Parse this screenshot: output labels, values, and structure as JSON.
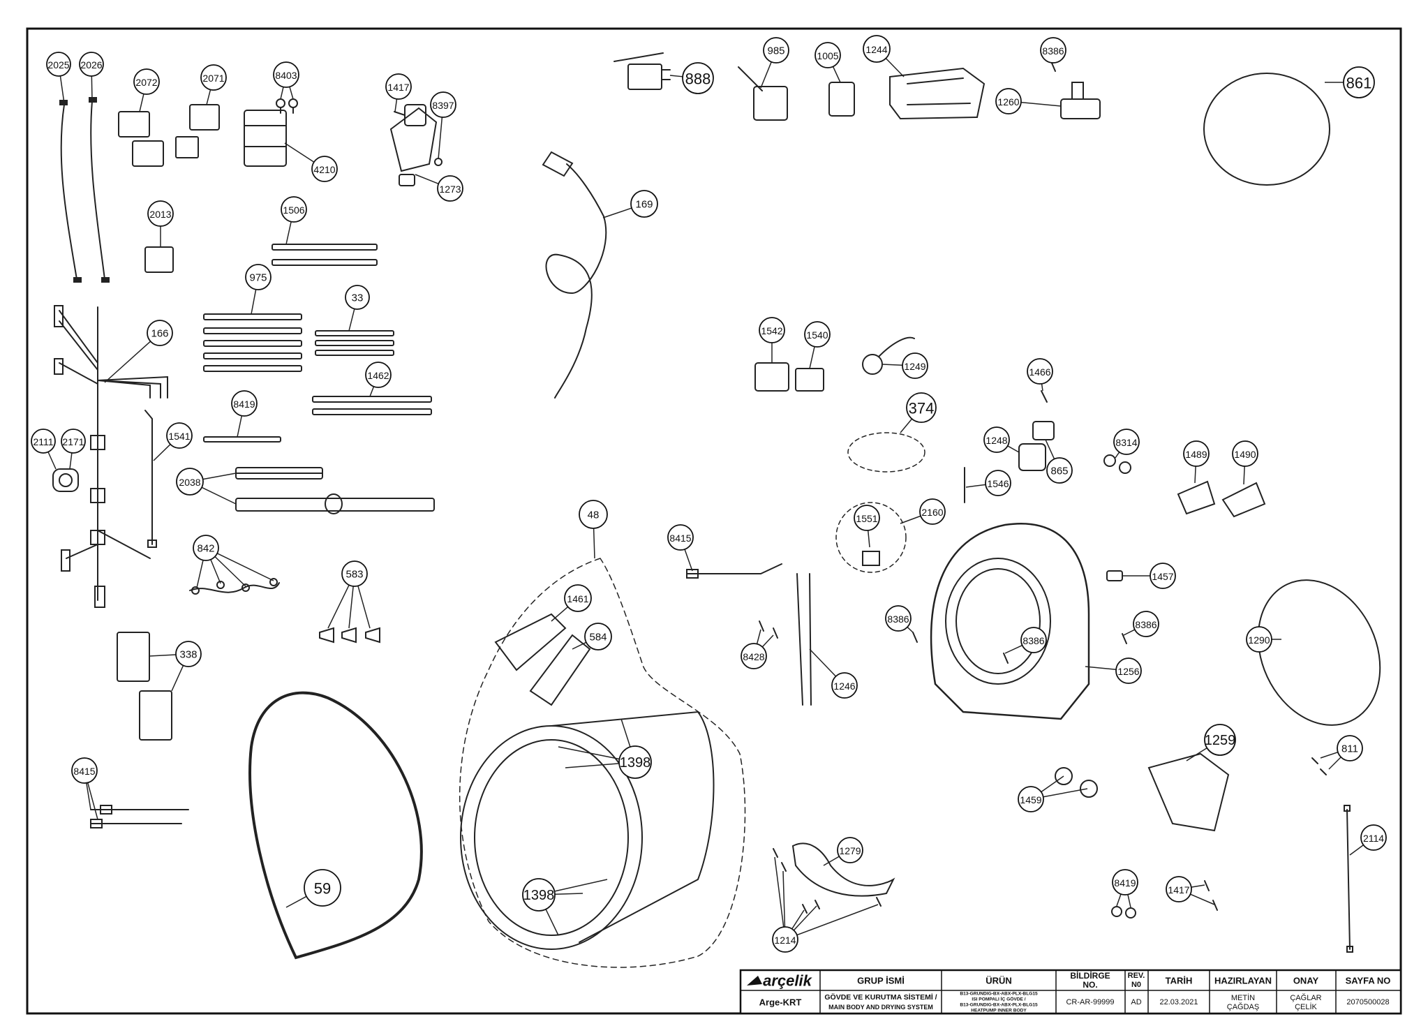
{
  "callouts": [
    {
      "id": "2025",
      "label": "2025"
    },
    {
      "id": "2026",
      "label": "2026"
    },
    {
      "id": "2072",
      "label": "2072"
    },
    {
      "id": "2071",
      "label": "2071"
    },
    {
      "id": "8403",
      "label": "8403"
    },
    {
      "id": "4210",
      "label": "4210"
    },
    {
      "id": "1417a",
      "label": "1417"
    },
    {
      "id": "8397",
      "label": "8397"
    },
    {
      "id": "1273",
      "label": "1273"
    },
    {
      "id": "888",
      "label": "888"
    },
    {
      "id": "985",
      "label": "985"
    },
    {
      "id": "1005",
      "label": "1005"
    },
    {
      "id": "1244",
      "label": "1244"
    },
    {
      "id": "8386a",
      "label": "8386"
    },
    {
      "id": "1260",
      "label": "1260"
    },
    {
      "id": "861",
      "label": "861"
    },
    {
      "id": "2013",
      "label": "2013"
    },
    {
      "id": "1506",
      "label": "1506"
    },
    {
      "id": "975",
      "label": "975"
    },
    {
      "id": "33",
      "label": "33"
    },
    {
      "id": "169",
      "label": "169"
    },
    {
      "id": "166",
      "label": "166"
    },
    {
      "id": "1462",
      "label": "1462"
    },
    {
      "id": "8419a",
      "label": "8419"
    },
    {
      "id": "1541",
      "label": "1541"
    },
    {
      "id": "2111",
      "label": "2111"
    },
    {
      "id": "2171",
      "label": "2171"
    },
    {
      "id": "2038",
      "label": "2038"
    },
    {
      "id": "842",
      "label": "842"
    },
    {
      "id": "583",
      "label": "583"
    },
    {
      "id": "338",
      "label": "338"
    },
    {
      "id": "8415a",
      "label": "8415"
    },
    {
      "id": "59",
      "label": "59"
    },
    {
      "id": "48",
      "label": "48"
    },
    {
      "id": "1461",
      "label": "1461"
    },
    {
      "id": "584",
      "label": "584"
    },
    {
      "id": "1398a",
      "label": "1398"
    },
    {
      "id": "1398b",
      "label": "1398"
    },
    {
      "id": "8415b",
      "label": "8415"
    },
    {
      "id": "8428",
      "label": "8428"
    },
    {
      "id": "1246",
      "label": "1246"
    },
    {
      "id": "1542",
      "label": "1542"
    },
    {
      "id": "1540",
      "label": "1540"
    },
    {
      "id": "1249",
      "label": "1249"
    },
    {
      "id": "374",
      "label": "374"
    },
    {
      "id": "1466",
      "label": "1466"
    },
    {
      "id": "1248",
      "label": "1248"
    },
    {
      "id": "865",
      "label": "865"
    },
    {
      "id": "8314",
      "label": "8314"
    },
    {
      "id": "1489",
      "label": "1489"
    },
    {
      "id": "1490",
      "label": "1490"
    },
    {
      "id": "1546",
      "label": "1546"
    },
    {
      "id": "1551",
      "label": "1551"
    },
    {
      "id": "2160",
      "label": "2160"
    },
    {
      "id": "1457",
      "label": "1457"
    },
    {
      "id": "8386b",
      "label": "8386"
    },
    {
      "id": "8386c",
      "label": "8386"
    },
    {
      "id": "8386d",
      "label": "8386"
    },
    {
      "id": "1256",
      "label": "1256"
    },
    {
      "id": "1290",
      "label": "1290"
    },
    {
      "id": "1259",
      "label": "1259"
    },
    {
      "id": "811",
      "label": "811"
    },
    {
      "id": "1459",
      "label": "1459"
    },
    {
      "id": "1279",
      "label": "1279"
    },
    {
      "id": "1214",
      "label": "1214"
    },
    {
      "id": "8419b",
      "label": "8419"
    },
    {
      "id": "1417b",
      "label": "1417"
    },
    {
      "id": "2114",
      "label": "2114"
    }
  ],
  "title_block": {
    "logo": "arçelik",
    "dept": "Arge-KRT",
    "h_group": "GRUP İSMİ",
    "group_1": "GÖVDE VE KURUTMA SİSTEMİ /",
    "group_2": "MAIN BODY AND DRYING SYSTEM",
    "h_product": "ÜRÜN",
    "product_1": "B13-GRUNDIG-BX-ABX-PLX-BLG15",
    "product_2": "ISI POMPALI İÇ GÖVDE /",
    "product_3": "B13-GRUNDIG-BX-ABX-PLX-BLG15",
    "product_4": "HEATPUMP INNER BODY",
    "h_bildirge_1": "BİLDİRGE",
    "h_bildirge_2": "NO.",
    "bildirge": "CR-AR-99999",
    "h_rev_1": "REV.",
    "h_rev_2": "N0",
    "rev": "AD",
    "h_date": "TARİH",
    "date": "22.03.2021",
    "h_prepared": "HAZIRLAYAN",
    "prepared_1": "METİN",
    "prepared_2": "ÇAĞDAŞ",
    "h_approval": "ONAY",
    "approval_1": "ÇAĞLAR",
    "approval_2": "ÇELİK",
    "h_page": "SAYFA NO",
    "page": "2070500028"
  }
}
